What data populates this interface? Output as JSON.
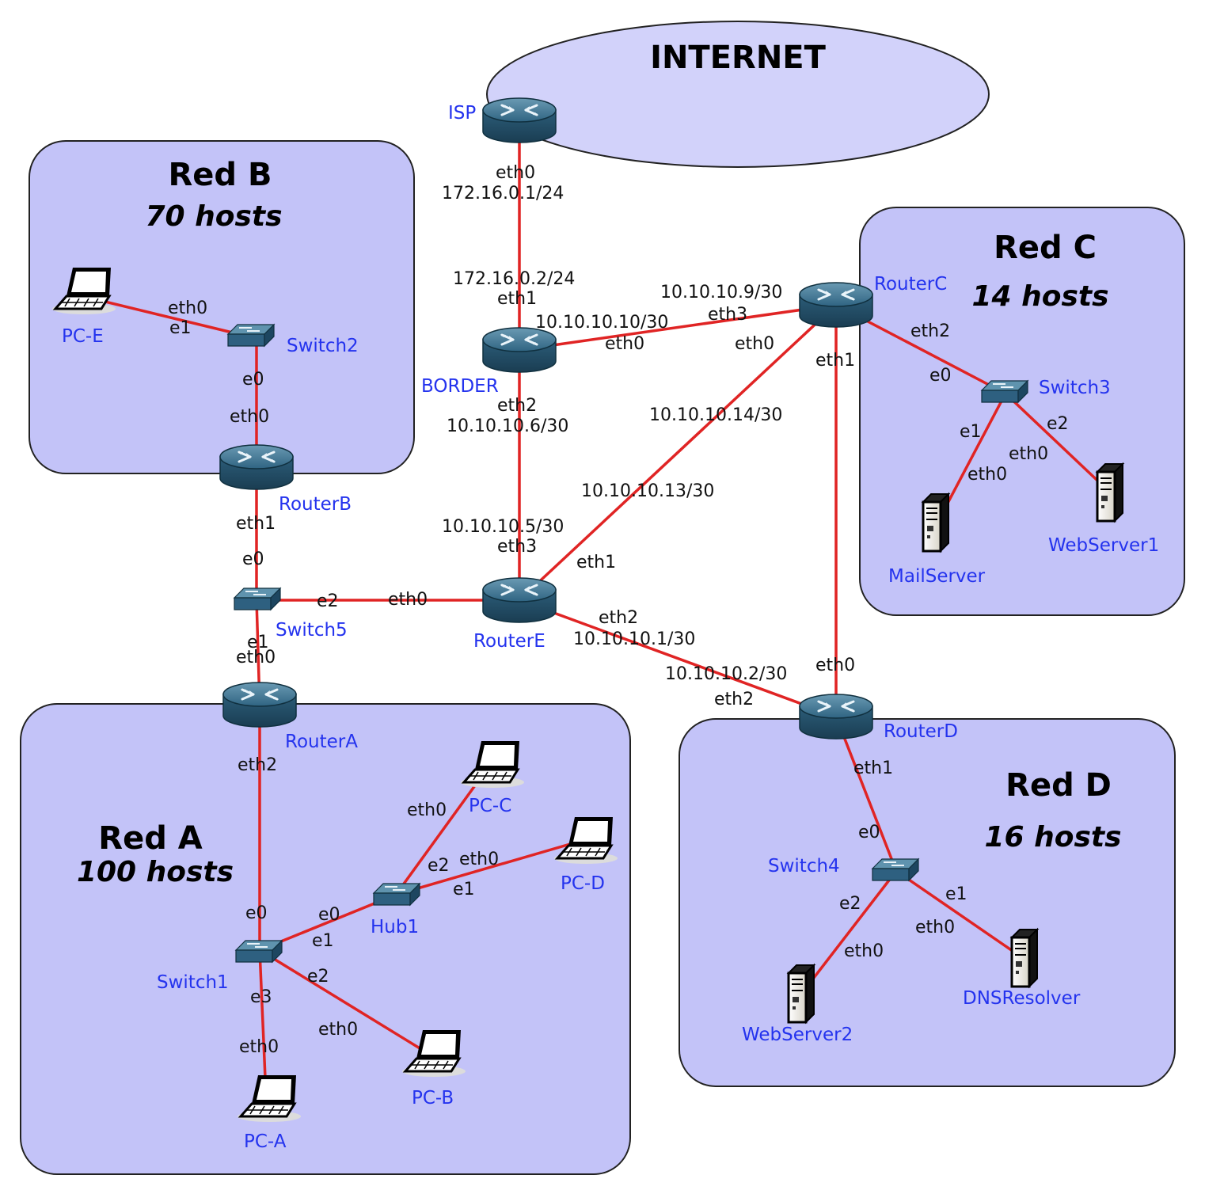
{
  "internet": {
    "title": "INTERNET"
  },
  "zones": {
    "red_a": {
      "title": "Red A",
      "hosts": "100 hosts"
    },
    "red_b": {
      "title": "Red B",
      "hosts": "70 hosts"
    },
    "red_c": {
      "title": "Red C",
      "hosts": "14 hosts"
    },
    "red_d": {
      "title": "Red D",
      "hosts": "16 hosts"
    }
  },
  "devices": {
    "isp": "ISP",
    "border": "BORDER",
    "routerA": "RouterA",
    "routerB": "RouterB",
    "routerC": "RouterC",
    "routerD": "RouterD",
    "routerE": "RouterE",
    "switch1": "Switch1",
    "switch2": "Switch2",
    "switch3": "Switch3",
    "switch4": "Switch4",
    "switch5": "Switch5",
    "hub1": "Hub1",
    "pcA": "PC-A",
    "pcB": "PC-B",
    "pcC": "PC-C",
    "pcD": "PC-D",
    "pcE": "PC-E",
    "mailServer": "MailServer",
    "webServer1": "WebServer1",
    "webServer2": "WebServer2",
    "dnsResolver": "DNSResolver"
  },
  "ports": {
    "isp_eth0": "eth0",
    "isp_ip": "172.16.0.1/24",
    "border_ip_top": "172.16.0.2/24",
    "border_eth1": "eth1",
    "border_ip_right": "10.10.10.10/30",
    "border_eth0": "eth0",
    "border_eth2": "eth2",
    "border_ip_bottom": "10.10.10.6/30",
    "rc_ip_left": "10.10.10.9/30",
    "rc_eth3": "eth3",
    "rc_eth0": "eth0",
    "rc_eth1": "eth1",
    "rc_ip_diag": "10.10.10.14/30",
    "rc_eth2": "eth2",
    "sw3_e0": "e0",
    "sw3_e1": "e1",
    "sw3_e2": "e2",
    "mail_eth0": "eth0",
    "ws1_eth0": "eth0",
    "re_ip_diag": "10.10.10.13/30",
    "re_ip_top": "10.10.10.5/30",
    "re_eth3": "eth3",
    "re_eth1": "eth1",
    "re_eth0": "eth0",
    "re_eth2": "eth2",
    "re_ip_right": "10.10.10.1/30",
    "rd_ip": "10.10.10.2/30",
    "rd_eth2": "eth2",
    "rd_eth0": "eth0",
    "rd_eth1": "eth1",
    "sw4_e0": "e0",
    "sw4_e1": "e1",
    "sw4_e2": "e2",
    "ws2_eth0": "eth0",
    "dns_eth0": "eth0",
    "pce_eth0": "eth0",
    "sw2_e1": "e1",
    "sw2_e0": "e0",
    "rb_eth0": "eth0",
    "rb_eth1": "eth1",
    "sw5_e0": "e0",
    "sw5_e2": "e2",
    "sw5_e1": "e1",
    "ra_eth0": "eth0",
    "ra_eth2": "eth2",
    "sw1_e0": "e0",
    "sw1_e1": "e1",
    "sw1_e2": "e2",
    "sw1_e3": "e3",
    "hub_e0": "e0",
    "hub_e1": "e1",
    "hub_e2": "e2",
    "pcc_eth0": "eth0",
    "pcd_eth0": "eth0",
    "pcb_eth0": "eth0",
    "pca_eth0": "eth0"
  }
}
